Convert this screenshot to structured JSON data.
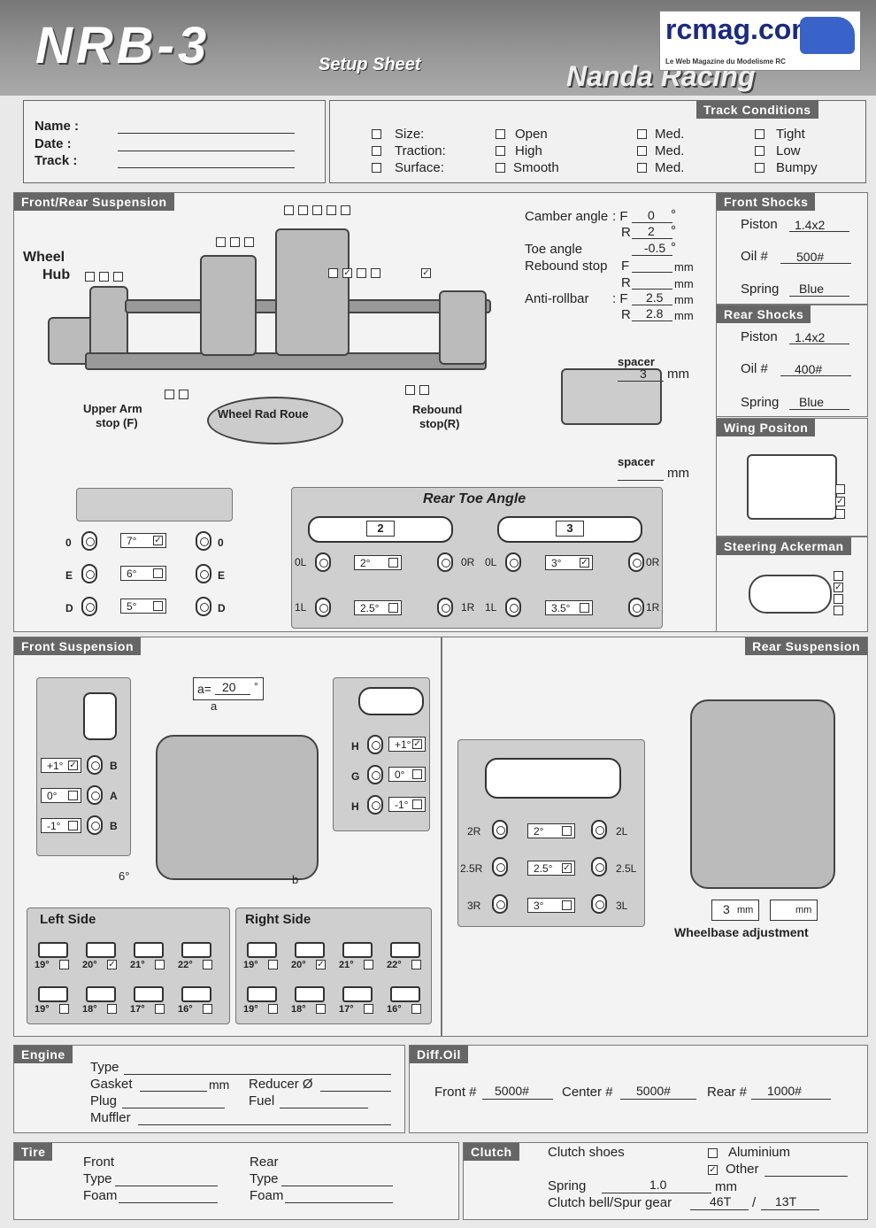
{
  "header": {
    "title": "NRB-3",
    "subtitle": "Setup Sheet",
    "brand": "Nanda Racing",
    "badge_site": "rcmag.com",
    "badge_tagline": "Le Web Magazine du Modelisme RC"
  },
  "identity": {
    "name_label": "Name :",
    "date_label": "Date :",
    "track_label": "Track :"
  },
  "track_conditions": {
    "title": "Track Conditions",
    "rows": [
      {
        "label": "Size:",
        "o1": "Open",
        "o2": "Med.",
        "o3": "Tight"
      },
      {
        "label": "Traction:",
        "o1": "High",
        "o2": "Med.",
        "o3": "Low"
      },
      {
        "label": "Surface:",
        "o1": "Smooth",
        "o2": "Med.",
        "o3": "Bumpy"
      }
    ]
  },
  "frs": {
    "title": "Front/Rear Suspension",
    "wheel_hub": "Wheel",
    "wheel_hub2": "Hub",
    "upper_arm": "Upper Arm",
    "upper_arm2": "stop (F)",
    "wheel_rad": "Wheel Rad Roue",
    "rebound": "Rebound",
    "rebound2": "stop(R)",
    "camber_label": "Camber angle",
    "camber_f": "0",
    "camber_r": "2",
    "toe_label": "Toe angle",
    "toe_val": "-0.5",
    "rebound_label": "Rebound stop",
    "antiroll_label": "Anti-rollbar",
    "antiroll_f": "2.5",
    "antiroll_r": "2.8",
    "F": ": F",
    "R": "R",
    "Fp": "F",
    "deg": "°",
    "mm": "mm",
    "spacer": "spacer",
    "spacer_top_val": "3",
    "colon": ":"
  },
  "front_block": {
    "rows": [
      {
        "l": "0",
        "v": "7°",
        "on": true
      },
      {
        "l": "E",
        "v": "6°",
        "on": false
      },
      {
        "l": "D",
        "v": "5°",
        "on": false
      }
    ]
  },
  "rear_toe": {
    "title": "Rear Toe Angle",
    "left": {
      "num": "2",
      "r0": "2°",
      "r0_on": false,
      "r1": "2.5°",
      "r1_on": false
    },
    "right": {
      "num": "3",
      "r0": "3°",
      "r0_on": true,
      "r1": "3.5°",
      "r1_on": false
    },
    "l0L": "0L",
    "l0R": "0R",
    "l1L": "1L",
    "l1R": "1R"
  },
  "front_shocks": {
    "title": "Front Shocks",
    "piston_label": "Piston",
    "piston": "1.4x2",
    "oil_label": "Oil  #",
    "oil": "500#",
    "spring_label": "Spring",
    "spring": "Blue"
  },
  "rear_shocks": {
    "title": "Rear Shocks",
    "piston_label": "Piston",
    "piston": "1.4x2",
    "oil_label": "Oil  #",
    "oil": "400#",
    "spring_label": "Spring",
    "spring": "Blue"
  },
  "wing": {
    "title": "Wing Positon"
  },
  "steering": {
    "title": "Steering Ackerman"
  },
  "front_susp": {
    "title": "Front Suspension",
    "a_label": "a=",
    "a_val": "20",
    "deg": "°",
    "a": "a",
    "b": "b",
    "six": "6°",
    "left_rows": [
      {
        "v": "+1°",
        "on": true,
        "l": "B"
      },
      {
        "v": "0°",
        "on": false,
        "l": "A"
      },
      {
        "v": "-1°",
        "on": false,
        "l": "B"
      }
    ],
    "right_rows": [
      {
        "l": "H",
        "v": "+1°",
        "on": true
      },
      {
        "l": "G",
        "v": "0°",
        "on": false
      },
      {
        "l": "H",
        "v": "-1°",
        "on": false
      }
    ],
    "left_side": "Left Side",
    "right_side": "Right Side",
    "left_angles": [
      {
        "v": "19°",
        "on": false
      },
      {
        "v": "20°",
        "on": true
      },
      {
        "v": "21°",
        "on": false
      },
      {
        "v": "22°",
        "on": false
      },
      {
        "v": "19°",
        "on": false
      },
      {
        "v": "18°",
        "on": false
      },
      {
        "v": "17°",
        "on": false
      },
      {
        "v": "16°",
        "on": false
      }
    ],
    "right_angles": [
      {
        "v": "19°",
        "on": false
      },
      {
        "v": "20°",
        "on": true
      },
      {
        "v": "21°",
        "on": false
      },
      {
        "v": "22°",
        "on": false
      },
      {
        "v": "19°",
        "on": false
      },
      {
        "v": "18°",
        "on": false
      },
      {
        "v": "17°",
        "on": false
      },
      {
        "v": "16°",
        "on": false
      }
    ]
  },
  "rear_susp": {
    "title": "Rear Suspension",
    "rows": [
      {
        "l": "2R",
        "v": "2°",
        "on": false,
        "r": "2L"
      },
      {
        "l": "2.5R",
        "v": "2.5°",
        "on": true,
        "r": "2.5L"
      },
      {
        "l": "3R",
        "v": "3°",
        "on": false,
        "r": "3L"
      }
    ],
    "wb_left": "3",
    "mm": "mm",
    "wheelbase": "Wheelbase adjustment"
  },
  "engine": {
    "title": "Engine",
    "type": "Type",
    "gasket": "Gasket",
    "mm": "mm",
    "plug": "Plug",
    "muffler": "Muffler",
    "reducer": "Reducer Ø",
    "fuel": "Fuel"
  },
  "diff": {
    "title": "Diff.Oil",
    "front_label": "Front #",
    "front": "5000#",
    "center_label": "Center #",
    "center": "5000#",
    "rear_label": "Rear #",
    "rear": "1000#"
  },
  "tire": {
    "title": "Tire",
    "front": "Front",
    "rear": "Rear",
    "type": "Type",
    "foam": "Foam"
  },
  "clutch": {
    "title": "Clutch",
    "shoes": "Clutch shoes",
    "alu": "Aluminium",
    "other": "Other",
    "spring": "Spring",
    "spring_val": "1.0",
    "mm": "mm",
    "bell": "Clutch bell/Spur gear",
    "bell_val": "46T",
    "slash": "/",
    "spur_val": "13T"
  }
}
